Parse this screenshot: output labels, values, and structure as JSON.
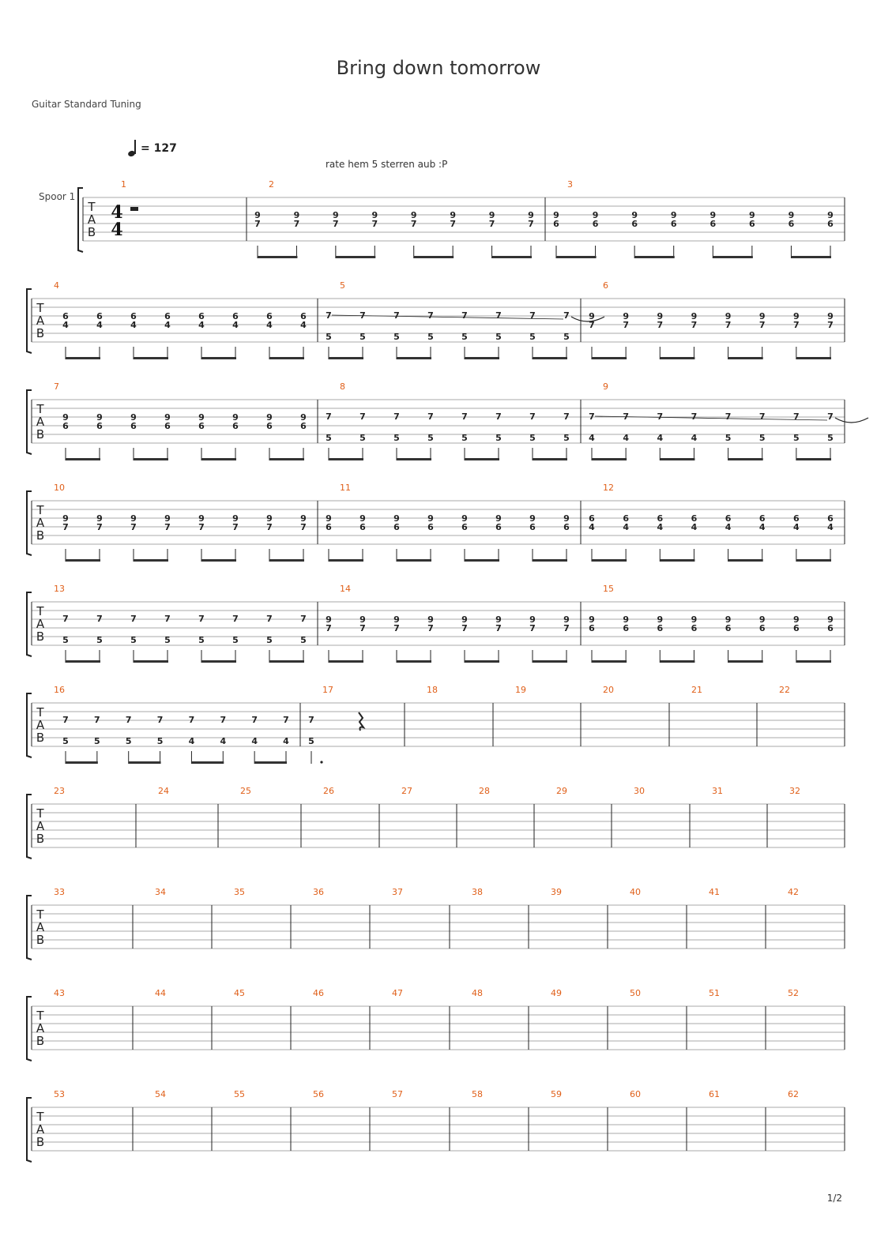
{
  "header": {
    "title": "Bring down tomorrow",
    "tuning": "Guitar Standard Tuning",
    "tempo_value": "= 127",
    "annotation": "rate hem 5 sterren aub :P",
    "track_label": "Spoor 1",
    "page": "1/2"
  },
  "tab_clef": [
    "T",
    "A",
    "B"
  ],
  "time_signature": [
    "4",
    "4"
  ],
  "colors": {
    "measure_number": "#e0601a",
    "staff_line": "#aaaaaa",
    "ink": "#222222"
  },
  "systems": [
    {
      "measures": [
        {
          "n": "1",
          "rest": "half"
        },
        {
          "n": "2",
          "notes": [
            [
              "9",
              "7"
            ],
            [
              "9",
              "7"
            ],
            [
              "9",
              "7"
            ],
            [
              "9",
              "7"
            ],
            [
              "9",
              "7"
            ],
            [
              "9",
              "7"
            ],
            [
              "9",
              "7"
            ],
            [
              "9",
              "7"
            ]
          ]
        },
        {
          "n": "3",
          "notes": [
            [
              "9",
              "6"
            ],
            [
              "9",
              "6"
            ],
            [
              "9",
              "6"
            ],
            [
              "9",
              "6"
            ],
            [
              "9",
              "6"
            ],
            [
              "9",
              "6"
            ],
            [
              "9",
              "6"
            ],
            [
              "9",
              "6"
            ]
          ]
        }
      ]
    },
    {
      "measures": [
        {
          "n": "4",
          "notes": [
            [
              "6",
              "4"
            ],
            [
              "6",
              "4"
            ],
            [
              "6",
              "4"
            ],
            [
              "6",
              "4"
            ],
            [
              "6",
              "4"
            ],
            [
              "6",
              "4"
            ],
            [
              "6",
              "4"
            ],
            [
              "6",
              "4"
            ]
          ]
        },
        {
          "n": "5",
          "split": true,
          "slide": true,
          "tie_out": true,
          "notes": [
            [
              "7",
              "5"
            ],
            [
              "7",
              "5"
            ],
            [
              "7",
              "5"
            ],
            [
              "7",
              "5"
            ],
            [
              "7",
              "5"
            ],
            [
              "7",
              "5"
            ],
            [
              "7",
              "5"
            ],
            [
              "7",
              "5"
            ]
          ]
        },
        {
          "n": "6",
          "notes": [
            [
              "9",
              "7"
            ],
            [
              "9",
              "7"
            ],
            [
              "9",
              "7"
            ],
            [
              "9",
              "7"
            ],
            [
              "9",
              "7"
            ],
            [
              "9",
              "7"
            ],
            [
              "9",
              "7"
            ],
            [
              "9",
              "7"
            ]
          ]
        }
      ]
    },
    {
      "measures": [
        {
          "n": "7",
          "notes": [
            [
              "9",
              "6"
            ],
            [
              "9",
              "6"
            ],
            [
              "9",
              "6"
            ],
            [
              "9",
              "6"
            ],
            [
              "9",
              "6"
            ],
            [
              "9",
              "6"
            ],
            [
              "9",
              "6"
            ],
            [
              "9",
              "6"
            ]
          ]
        },
        {
          "n": "8",
          "split": true,
          "notes": [
            [
              "7",
              "5"
            ],
            [
              "7",
              "5"
            ],
            [
              "7",
              "5"
            ],
            [
              "7",
              "5"
            ],
            [
              "7",
              "5"
            ],
            [
              "7",
              "5"
            ],
            [
              "7",
              "5"
            ],
            [
              "7",
              "5"
            ]
          ]
        },
        {
          "n": "9",
          "split": true,
          "slide": true,
          "tie_out": true,
          "notes": [
            [
              "7",
              "4"
            ],
            [
              "7",
              "4"
            ],
            [
              "7",
              "4"
            ],
            [
              "7",
              "4"
            ],
            [
              "7",
              "5"
            ],
            [
              "7",
              "5"
            ],
            [
              "7",
              "5"
            ],
            [
              "7",
              "5"
            ]
          ]
        }
      ]
    },
    {
      "measures": [
        {
          "n": "10",
          "notes": [
            [
              "9",
              "7"
            ],
            [
              "9",
              "7"
            ],
            [
              "9",
              "7"
            ],
            [
              "9",
              "7"
            ],
            [
              "9",
              "7"
            ],
            [
              "9",
              "7"
            ],
            [
              "9",
              "7"
            ],
            [
              "9",
              "7"
            ]
          ]
        },
        {
          "n": "11",
          "notes": [
            [
              "9",
              "6"
            ],
            [
              "9",
              "6"
            ],
            [
              "9",
              "6"
            ],
            [
              "9",
              "6"
            ],
            [
              "9",
              "6"
            ],
            [
              "9",
              "6"
            ],
            [
              "9",
              "6"
            ],
            [
              "9",
              "6"
            ]
          ]
        },
        {
          "n": "12",
          "notes": [
            [
              "6",
              "4"
            ],
            [
              "6",
              "4"
            ],
            [
              "6",
              "4"
            ],
            [
              "6",
              "4"
            ],
            [
              "6",
              "4"
            ],
            [
              "6",
              "4"
            ],
            [
              "6",
              "4"
            ],
            [
              "6",
              "4"
            ]
          ]
        }
      ]
    },
    {
      "measures": [
        {
          "n": "13",
          "split": true,
          "notes": [
            [
              "7",
              "5"
            ],
            [
              "7",
              "5"
            ],
            [
              "7",
              "5"
            ],
            [
              "7",
              "5"
            ],
            [
              "7",
              "5"
            ],
            [
              "7",
              "5"
            ],
            [
              "7",
              "5"
            ],
            [
              "7",
              "5"
            ]
          ]
        },
        {
          "n": "14",
          "notes": [
            [
              "9",
              "7"
            ],
            [
              "9",
              "7"
            ],
            [
              "9",
              "7"
            ],
            [
              "9",
              "7"
            ],
            [
              "9",
              "7"
            ],
            [
              "9",
              "7"
            ],
            [
              "9",
              "7"
            ],
            [
              "9",
              "7"
            ]
          ]
        },
        {
          "n": "15",
          "notes": [
            [
              "9",
              "6"
            ],
            [
              "9",
              "6"
            ],
            [
              "9",
              "6"
            ],
            [
              "9",
              "6"
            ],
            [
              "9",
              "6"
            ],
            [
              "9",
              "6"
            ],
            [
              "9",
              "6"
            ],
            [
              "9",
              "6"
            ]
          ]
        }
      ]
    },
    {
      "measures": [
        {
          "n": "16",
          "split": true,
          "notes": [
            [
              "7",
              "5"
            ],
            [
              "7",
              "5"
            ],
            [
              "7",
              "5"
            ],
            [
              "7",
              "5"
            ],
            [
              "7",
              "4"
            ],
            [
              "7",
              "4"
            ],
            [
              "7",
              "4"
            ],
            [
              "7",
              "4"
            ]
          ]
        },
        {
          "n": "17",
          "split": true,
          "dotted": true,
          "notes": [
            [
              "7",
              "5"
            ]
          ]
        },
        {
          "n": "18"
        },
        {
          "n": "19"
        },
        {
          "n": "20"
        },
        {
          "n": "21"
        },
        {
          "n": "22"
        }
      ]
    },
    {
      "measures": [
        {
          "n": "23"
        },
        {
          "n": "24"
        },
        {
          "n": "25"
        },
        {
          "n": "26"
        },
        {
          "n": "27"
        },
        {
          "n": "28"
        },
        {
          "n": "29"
        },
        {
          "n": "30"
        },
        {
          "n": "31"
        },
        {
          "n": "32"
        }
      ]
    },
    {
      "measures": [
        {
          "n": "33"
        },
        {
          "n": "34"
        },
        {
          "n": "35"
        },
        {
          "n": "36"
        },
        {
          "n": "37"
        },
        {
          "n": "38"
        },
        {
          "n": "39"
        },
        {
          "n": "40"
        },
        {
          "n": "41"
        },
        {
          "n": "42"
        }
      ]
    },
    {
      "measures": [
        {
          "n": "43"
        },
        {
          "n": "44"
        },
        {
          "n": "45"
        },
        {
          "n": "46"
        },
        {
          "n": "47"
        },
        {
          "n": "48"
        },
        {
          "n": "49"
        },
        {
          "n": "50"
        },
        {
          "n": "51"
        },
        {
          "n": "52"
        }
      ]
    },
    {
      "measures": [
        {
          "n": "53"
        },
        {
          "n": "54"
        },
        {
          "n": "55"
        },
        {
          "n": "56"
        },
        {
          "n": "57"
        },
        {
          "n": "58"
        },
        {
          "n": "59"
        },
        {
          "n": "60"
        },
        {
          "n": "61"
        },
        {
          "n": "62"
        }
      ]
    }
  ]
}
